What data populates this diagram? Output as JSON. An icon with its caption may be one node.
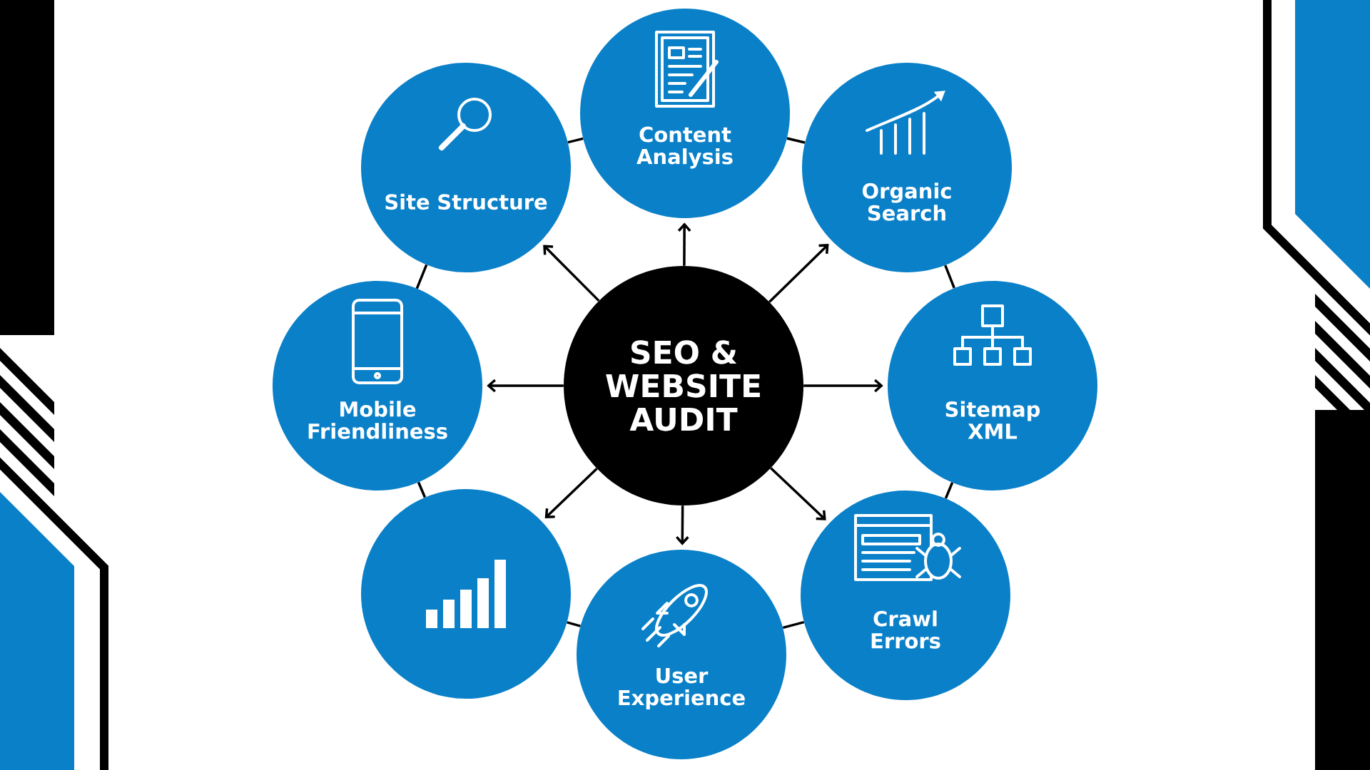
{
  "diagram": {
    "nodes": [
      {
        "text": [
          "SEO & WEBSITE AUDIT"
        ]
      },
      {
        "text": [
          "Site Structure"
        ]
      },
      {
        "text": [
          "Content Analysis"
        ]
      },
      {
        "text": [
          "Organic Search"
        ]
      },
      {
        "text": [
          "Mobile Friendliness"
        ]
      },
      {
        "text": [
          "Sitemap XML"
        ]
      },
      {
        "text": [],
        "shape": "circle"
      },
      {
        "text": [
          "User Experience"
        ]
      },
      {
        "text": [
          "Crawl Errors"
        ]
      }
    ],
    "edges": [
      {
        "from": 0,
        "to": 1,
        "arrow": "to"
      },
      {
        "from": 0,
        "to": 2,
        "arrow": "to"
      },
      {
        "from": 0,
        "to": 3,
        "arrow": "to"
      },
      {
        "from": 0,
        "to": 4,
        "arrow": "to"
      },
      {
        "from": 0,
        "to": 5,
        "arrow": "to"
      },
      {
        "from": 0,
        "to": 6,
        "arrow": "to"
      },
      {
        "from": 0,
        "to": 7,
        "arrow": "to"
      },
      {
        "from": 0,
        "to": 8,
        "arrow": "to"
      },
      {
        "from": 1,
        "to": 2,
        "arrow": "none"
      },
      {
        "from": 2,
        "to": 3,
        "arrow": "none"
      },
      {
        "from": 3,
        "to": 5,
        "arrow": "none"
      },
      {
        "from": 5,
        "to": 8,
        "arrow": "none"
      },
      {
        "from": 8,
        "to": 7,
        "arrow": "none"
      },
      {
        "from": 7,
        "to": 6,
        "arrow": "none"
      },
      {
        "from": 6,
        "to": 4,
        "arrow": "none"
      },
      {
        "from": 4,
        "to": 1,
        "arrow": "none"
      }
    ]
  }
}
